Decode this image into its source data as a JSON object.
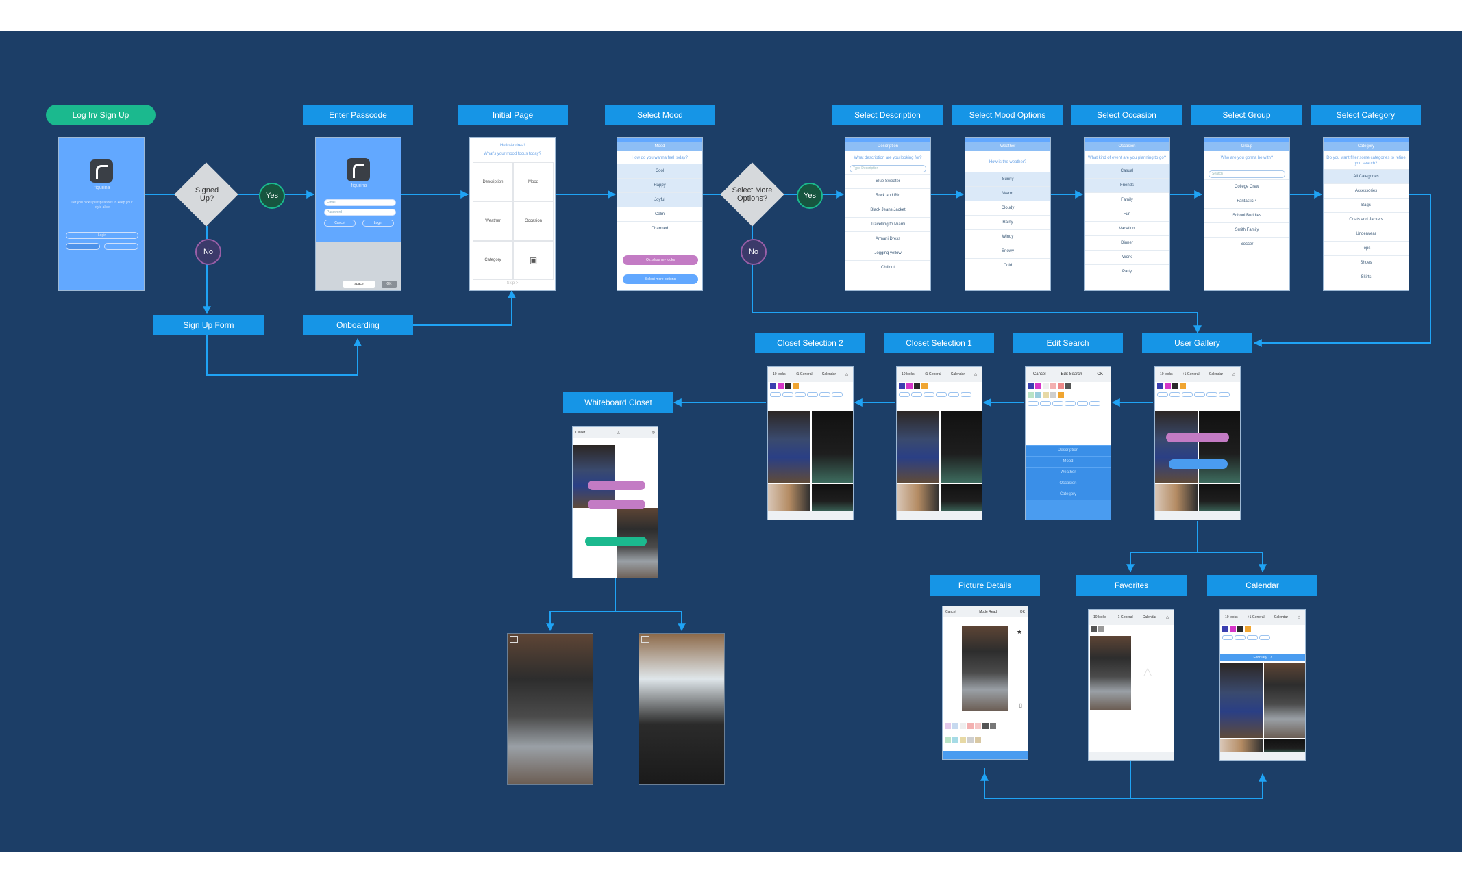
{
  "labels": {
    "login": "Log In/ Sign Up",
    "passcode": "Enter Passcode",
    "initial": "Initial Page",
    "mood": "Select Mood",
    "description": "Select Description",
    "mood_options": "Select Mood Options",
    "occasion": "Select Occasion",
    "group": "Select Group",
    "category": "Select Category",
    "signup_form": "Sign Up Form",
    "onboarding": "Onboarding",
    "closet2": "Closet Selection 2",
    "closet1": "Closet Selection 1",
    "edit_search": "Edit Search",
    "user_gallery": "User Gallery",
    "whiteboard": "Whiteboard Closet",
    "picture_details": "Picture Details",
    "favorites": "Favorites",
    "calendar": "Calendar"
  },
  "decisions": {
    "signed_up": "Signed Up?",
    "more_options": "Select More Options?",
    "yes": "Yes",
    "no": "No"
  },
  "screens": {
    "login": {
      "app_name": "figurina",
      "tagline": "Let you pick up inspirations to keep your style alive",
      "login_btn": "Login"
    },
    "passcode": {
      "app_name": "figurina",
      "email": "Email",
      "password": "Password",
      "cancel": "Cancel",
      "login": "Login",
      "space": "space",
      "ok": "OK"
    },
    "initial": {
      "greeting": "Hello Andrea!",
      "question": "What's your mood focus today?",
      "cells": [
        "Description",
        "Mood",
        "Weather",
        "Occasion",
        "Category",
        ""
      ],
      "skip": "Skip >"
    },
    "mood": {
      "title": "Mood",
      "question": "How do you wanna feel today?",
      "items": [
        "Cool",
        "Happy",
        "Joyful",
        "Calm",
        "Charmed"
      ],
      "ok_btn": "Ok, show my looks",
      "more_btn": "Select more options"
    },
    "description": {
      "title": "Description",
      "question": "What description are you looking for?",
      "search": "Type Description",
      "items": [
        "Blue Sweater",
        "Rock and Rio",
        "Black Jeans Jacket",
        "Travelling to Miami",
        "Armani Dress",
        "Jogging yellow",
        "Chillout"
      ]
    },
    "weather": {
      "title": "Weather",
      "question": "How is the weather?",
      "items": [
        "Sunny",
        "Warm",
        "Cloudy",
        "Rainy",
        "Windy",
        "Snowy",
        "Cold"
      ]
    },
    "occasion": {
      "title": "Occasion",
      "question": "What kind of event are you planning to go?",
      "items": [
        "Casual",
        "Friends",
        "Family",
        "Fun",
        "Vacation",
        "Dinner",
        "Work",
        "Party"
      ]
    },
    "group": {
      "title": "Group",
      "question": "Who are you gonna be with?",
      "search": "Search",
      "items": [
        "College Crew",
        "Fantastic 4",
        "School Buddies",
        "Smith Family",
        "Soccer"
      ]
    },
    "category": {
      "title": "Category",
      "question": "Do you want filter some categories to refine you search?",
      "items": [
        "All Categories",
        "Accessories",
        "Bags",
        "Coats and Jackets",
        "Underwear",
        "Tops",
        "Shoes",
        "Skirts"
      ]
    },
    "edit_search": {
      "title": "Edit Search",
      "cancel": "Cancel",
      "ok": "OK",
      "sections": [
        "Description",
        "Mood",
        "Weather",
        "Occasion",
        "Category"
      ]
    },
    "gallery_tabs": [
      "10 looks",
      "+1 General",
      "Calendar",
      ""
    ],
    "picture": {
      "cancel": "Cancel",
      "title": "Mode Read",
      "ok": "OK"
    },
    "calendar": {
      "month": "February 17"
    },
    "whiteboard": {
      "closet": "Closet"
    }
  },
  "colors": {
    "background": "#1c3e67",
    "label": "#1695e6",
    "start_pill": "#1bb98e",
    "yes": "#1bb98e",
    "no": "#9a5fa8",
    "connector": "#1fa3f5",
    "swatches": [
      "#3b3fb0",
      "#d636c8",
      "#2a2a2a",
      "#f0a531"
    ]
  }
}
